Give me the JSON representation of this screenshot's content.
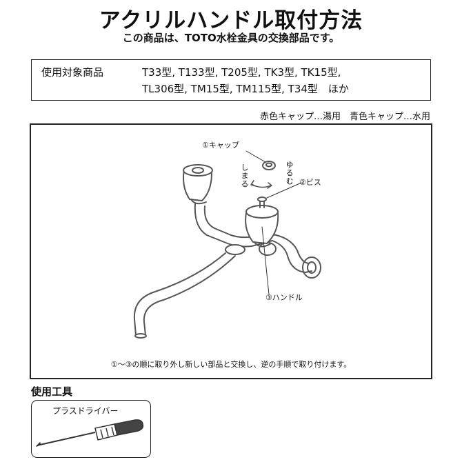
{
  "header": {
    "title": "アクリルハンドル取付方法",
    "subtitle": "この商品は、TOTO水栓金具の交換部品です。"
  },
  "models": {
    "label": "使用対象商品",
    "line1": "T33型, T133型, T205型, TK3型, TK15型,",
    "line2": "TL306型, TM15型, TM115型, T34型　ほか"
  },
  "cap_note": "赤色キャップ…湯用　青色キャップ…水用",
  "diagram": {
    "callout_cap": "①キャップ",
    "callout_screw": "②ビス",
    "callout_handle": "③ハンドル",
    "tighten": "しまる",
    "loosen": "ゆるむ",
    "instruction": "①～③の順に取り外し新しい部品と交換し、逆の手順で取り付けます。"
  },
  "tools": {
    "heading": "使用工具",
    "tool_label": "プラスドライバー"
  }
}
